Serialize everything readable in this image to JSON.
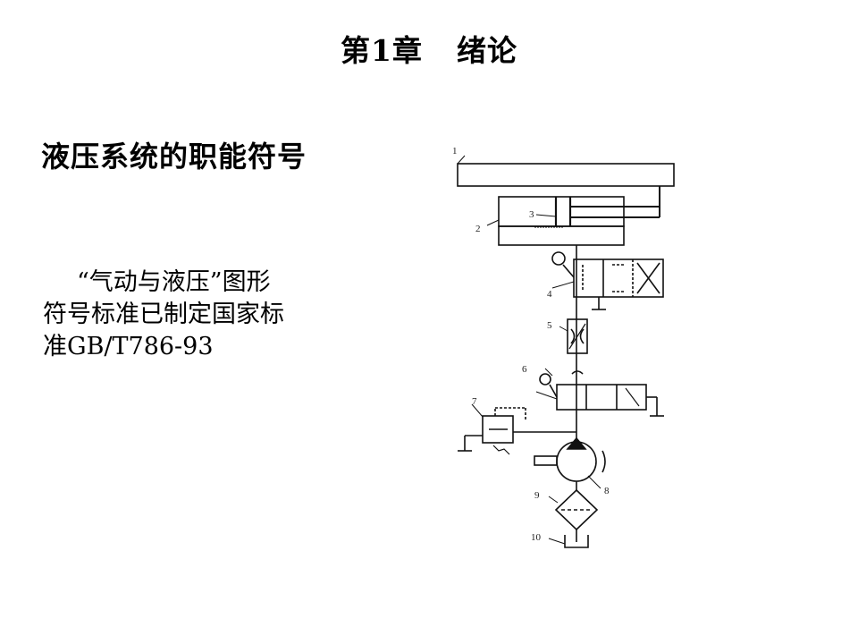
{
  "slide": {
    "title_part1": "第1章",
    "title_part2": "绪论"
  },
  "section": {
    "heading": "液压系统的职能符号"
  },
  "body": {
    "line1": "“气动与液压”图形",
    "line2": "符号标准已制定国家标",
    "line3": "准GB/T786-93"
  },
  "diagram": {
    "part_labels": [
      "1",
      "2",
      "3",
      "4",
      "5",
      "6",
      "7",
      "8",
      "9",
      "10"
    ]
  }
}
